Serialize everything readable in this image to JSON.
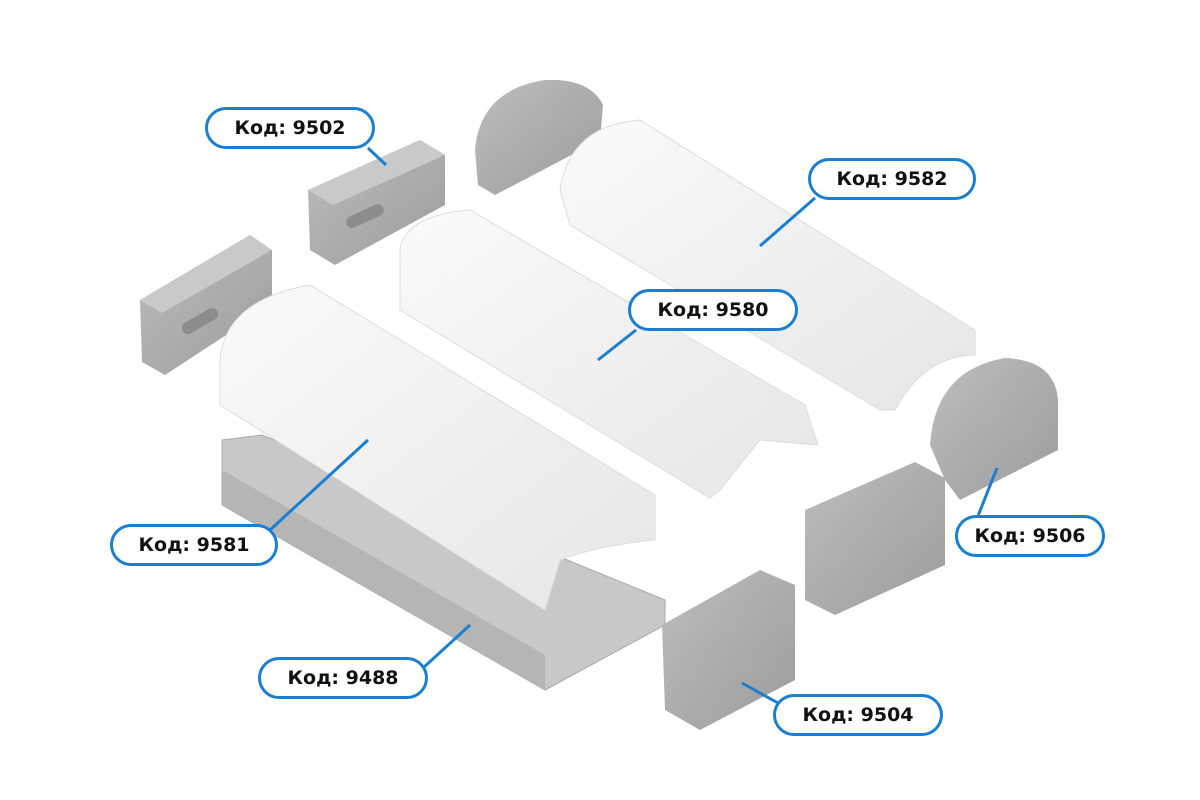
{
  "labels": {
    "l9502": "Код: 9502",
    "l9582": "Код: 9582",
    "l9580": "Код: 9580",
    "l9581": "Код: 9581",
    "l9506": "Код: 9506",
    "l9488": "Код: 9488",
    "l9504": "Код: 9504"
  },
  "colors": {
    "accent": "#1a7fd0",
    "cap": "#a9a9a9",
    "diffuser": "#f2f2f2",
    "profile": "#c8c8c8"
  }
}
